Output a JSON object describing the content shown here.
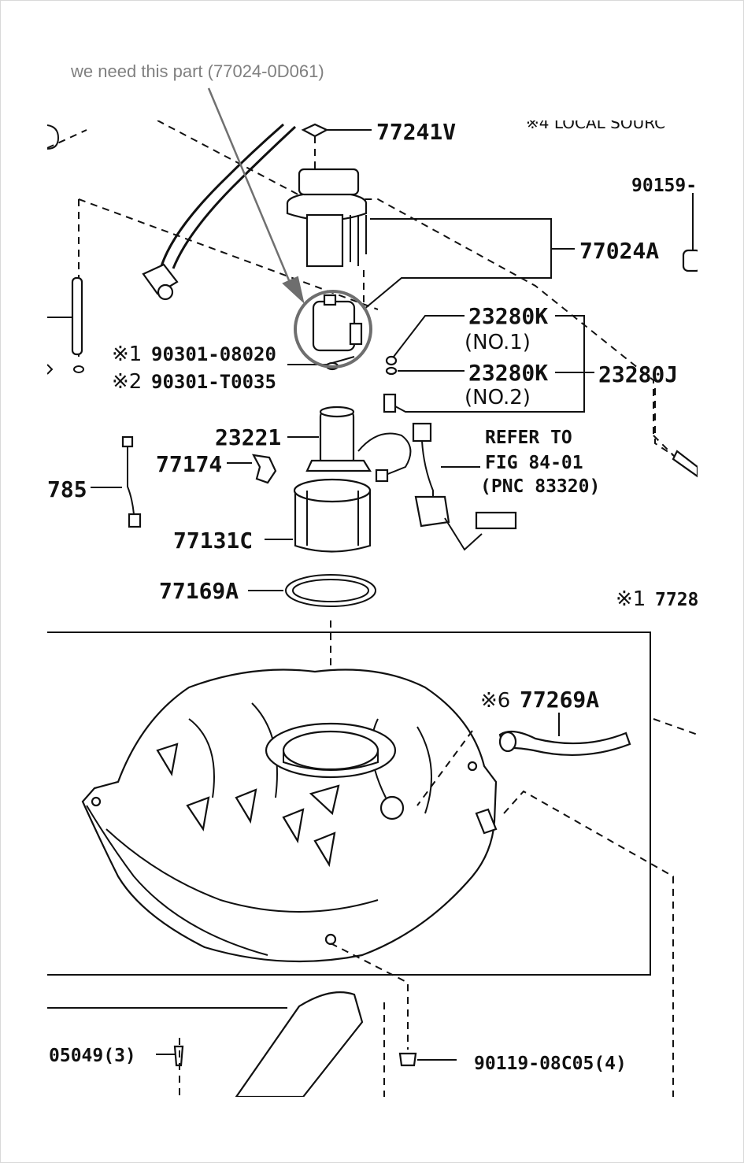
{
  "annotation": {
    "text": "we need this part (77024-0D061)"
  },
  "colors": {
    "annotation_text": "#808080",
    "annotation_arrow": "#707070",
    "highlight_circle": "#6e6e6e",
    "diagram_ink": "#111111"
  },
  "diagram": {
    "top_right_note": "※4 LOCAL SOURC",
    "callouts": {
      "p77241V": "77241V",
      "p90159": "90159-",
      "p77024A": "77024A",
      "p23280K_1": "23280K",
      "no1": "(NO.1)",
      "p23280K_2": "23280K",
      "no2": "(NO.2)",
      "p23280J": "23280J",
      "mark1": "※1",
      "p90301_08020": "90301-08020",
      "mark2": "※2",
      "p90301_T0035": "90301-T0035",
      "p23221": "23221",
      "p77174": "77174",
      "p785": "785",
      "p77131C": "77131C",
      "p77169A": "77169A",
      "refer1": "REFER TO",
      "refer2": "FIG 84-01",
      "refer3": "(PNC 83320)",
      "p7728_mark": "※1",
      "p7728": "7728",
      "mark6": "※6",
      "p77269A": "77269A",
      "p05049": "05049(3)",
      "p90119": "90119-08C05(4)"
    }
  }
}
